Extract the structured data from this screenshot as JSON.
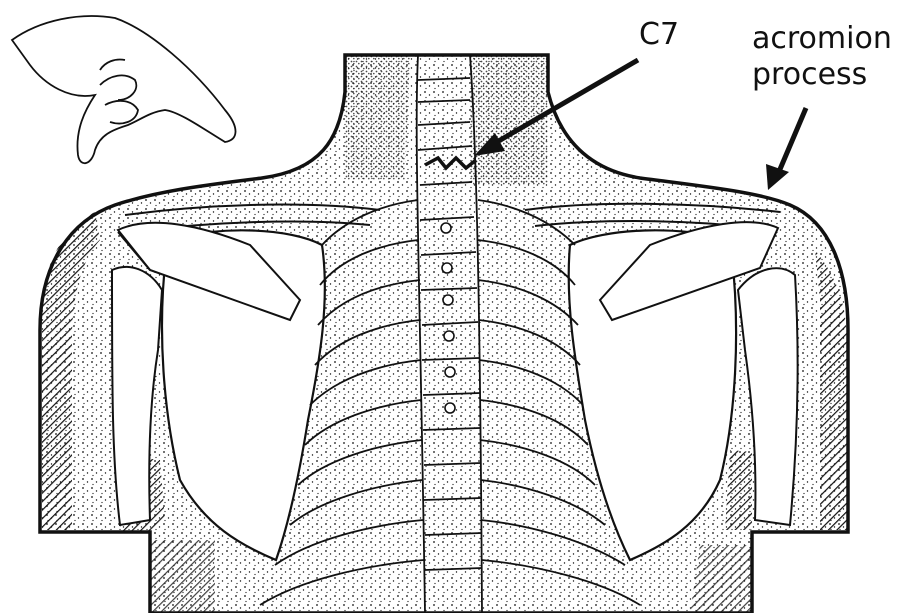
{
  "labels": {
    "c7": "C7",
    "acromion_line1": "acromion",
    "acromion_line2": "process"
  },
  "icons": {
    "hand": "pointing-hand-icon"
  },
  "colors": {
    "ink": "#111111",
    "background": "#ffffff"
  }
}
